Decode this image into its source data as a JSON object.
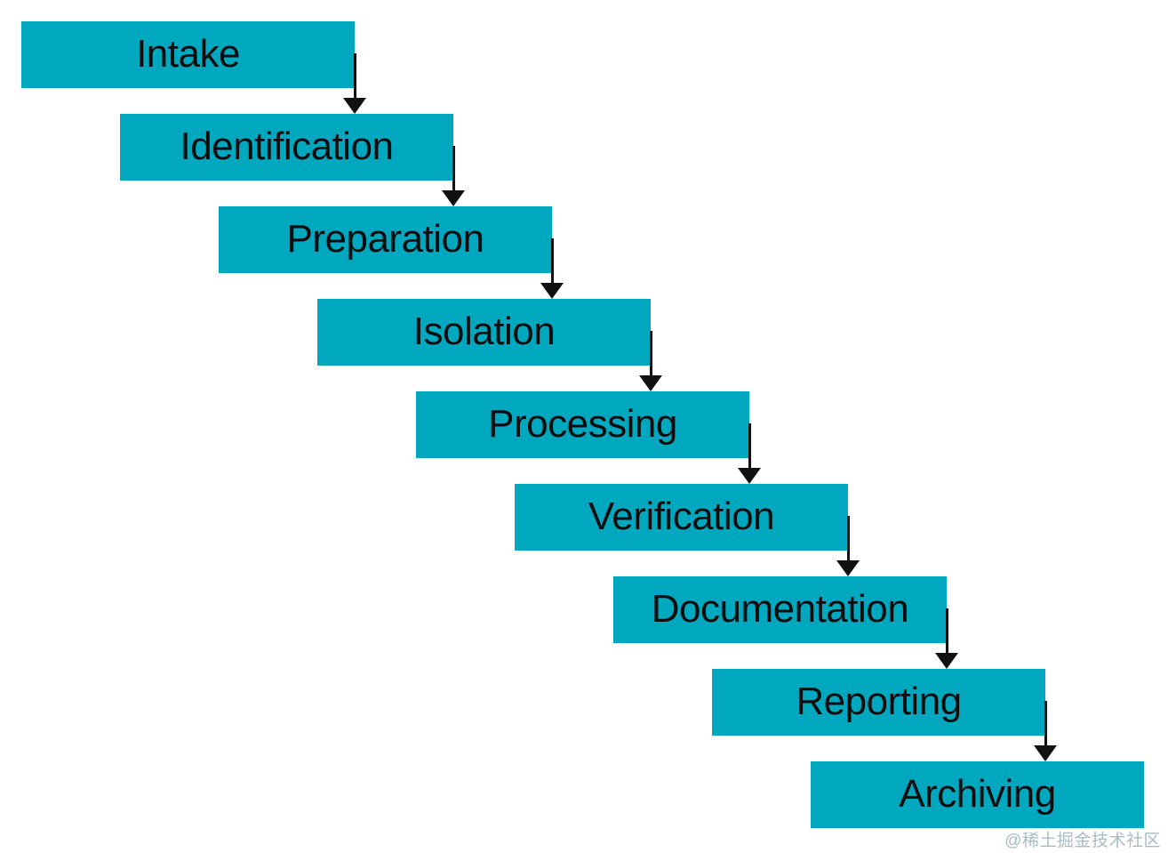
{
  "diagram": {
    "type": "waterfall-process-flow",
    "steps": [
      {
        "label": "Intake"
      },
      {
        "label": "Identification"
      },
      {
        "label": "Preparation"
      },
      {
        "label": "Isolation"
      },
      {
        "label": "Processing"
      },
      {
        "label": "Verification"
      },
      {
        "label": "Documentation"
      },
      {
        "label": "Reporting"
      },
      {
        "label": "Archiving"
      }
    ],
    "connector": "down-arrow"
  },
  "colors": {
    "box_fill": "#00a8bf",
    "box_text": "#0d0d0d",
    "arrow": "#111111",
    "background": "#ffffff",
    "watermark_text": "#a9bcc1"
  },
  "watermark": {
    "text": "@稀土掘金技术社区"
  }
}
